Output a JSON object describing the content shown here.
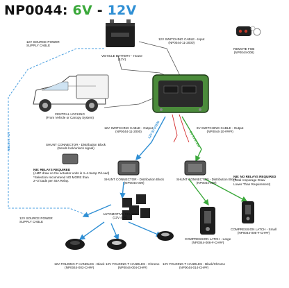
{
  "title": {
    "code": "NP0044:",
    "v6": "6V",
    "sep": "-",
    "v12": "12V"
  },
  "colors": {
    "green_system": "#3aa83a",
    "blue_system": "#2f8fd4",
    "dashed_supply": "#4a9fe0",
    "ecu_green": "#4b8b3b",
    "wire_red": "#d42b2b",
    "text": "#111111"
  },
  "labels": {
    "source_top": [
      "12V SOURCE POWER",
      "SUPPLY CABLE"
    ],
    "battery": [
      "VEHICLE BATTERY - House",
      "(12V)"
    ],
    "switching_input": [
      "12V SWITCHING CABLE - Input",
      "(NP0044-11-2000)"
    ],
    "remote": [
      "REMOTE FOB",
      "(NP0044-008)"
    ],
    "central_locking": [
      "CENTRAL LOCKING",
      "(From Vehicle or Canopy System)"
    ],
    "sw12_output": [
      "12V SWITCHING CABLE - Output",
      "(NP0044-11-2000)"
    ],
    "sw6_output": [
      "6V SWITCHING CABLE - Output",
      "(NP0044-10-####)"
    ],
    "shunt_top": [
      "SHUNT CONNECTOR - Distribution Block",
      "(Sends lock/unlock signal)"
    ],
    "relays_req": [
      "NB: RELAYS REQUIRED",
      "(AMP draw on the actuator units is 4~4.5amp P/Load)",
      "*Selection recommend NO MORE than",
      "2~3 loads per 40A Relay."
    ],
    "shunt_mid": [
      "SHUNT CONNECTOR - Distribution Block",
      "(NP0044-009)"
    ],
    "shunt_right": [
      "SHUNT CONNECTOR - Distribution Block",
      "(NP0044-009)"
    ],
    "no_relays": [
      "NB: NO RELAYS REQUIRED",
      "(Total Amperage Draw",
      "Lower Than Requirement)"
    ],
    "source_bottom": [
      "12V SOURCE POWER",
      "SUPPLY CABLE"
    ],
    "auto_relays": [
      "AUTOMOTIVE RELAYS",
      "(12V 40A)"
    ],
    "latch_large": [
      "COMPRESSION LATCH - Large",
      "(NP0044-006-#-CH##)"
    ],
    "latch_small": [
      "COMPRESSION LATCH - Small",
      "(NP0044-005-#-CH##)"
    ],
    "handle_black": [
      "12V FOLDING-T HANDLES - Black",
      "(NP0044-003-CH##)"
    ],
    "handle_chrome": [
      "12V FOLDING-T HANDLES - Chrome",
      "(NP0044-004-CH##)"
    ],
    "handle_bc": [
      "12V FOLDING-T HANDLES - Black/Chrome",
      "(NP0044-014-CH##)"
    ]
  },
  "system_labels": {
    "v12": "12V SYSTEM",
    "v6": "6V SYSTEM",
    "left_system": "12V SYSTEM"
  }
}
